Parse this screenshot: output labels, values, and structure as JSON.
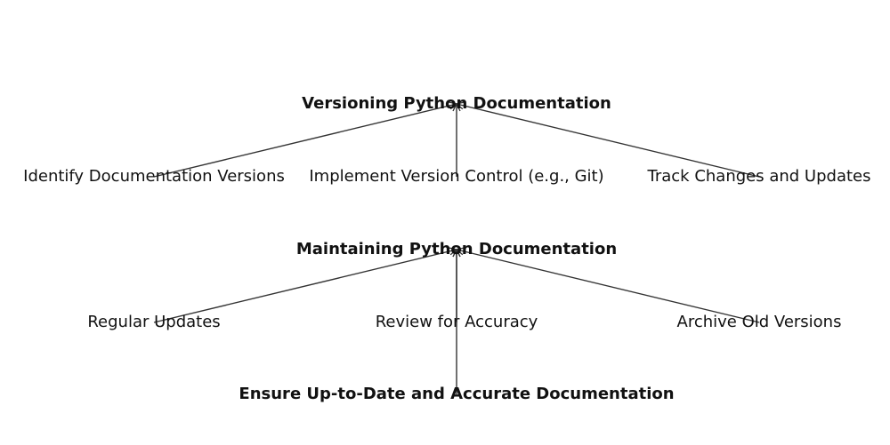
{
  "diagram": {
    "nodes": {
      "versioning": "Versioning Python Documentation",
      "identify": "Identify Documentation Versions",
      "implement": "Implement Version Control (e.g., Git)",
      "track": "Track Changes and Updates",
      "maintaining": "Maintaining Python Documentation",
      "regular": "Regular Updates",
      "review": "Review for Accuracy",
      "archive": "Archive Old Versions",
      "ensure": "Ensure Up-to-Date and Accurate Documentation"
    },
    "edges": [
      {
        "from": "identify",
        "to": "versioning"
      },
      {
        "from": "implement",
        "to": "versioning"
      },
      {
        "from": "track",
        "to": "versioning"
      },
      {
        "from": "regular",
        "to": "maintaining"
      },
      {
        "from": "review",
        "to": "maintaining"
      },
      {
        "from": "archive",
        "to": "maintaining"
      },
      {
        "from": "ensure",
        "to": "maintaining"
      }
    ],
    "colors": {
      "edge": "#333333",
      "text": "#111111",
      "background": "#ffffff"
    }
  }
}
